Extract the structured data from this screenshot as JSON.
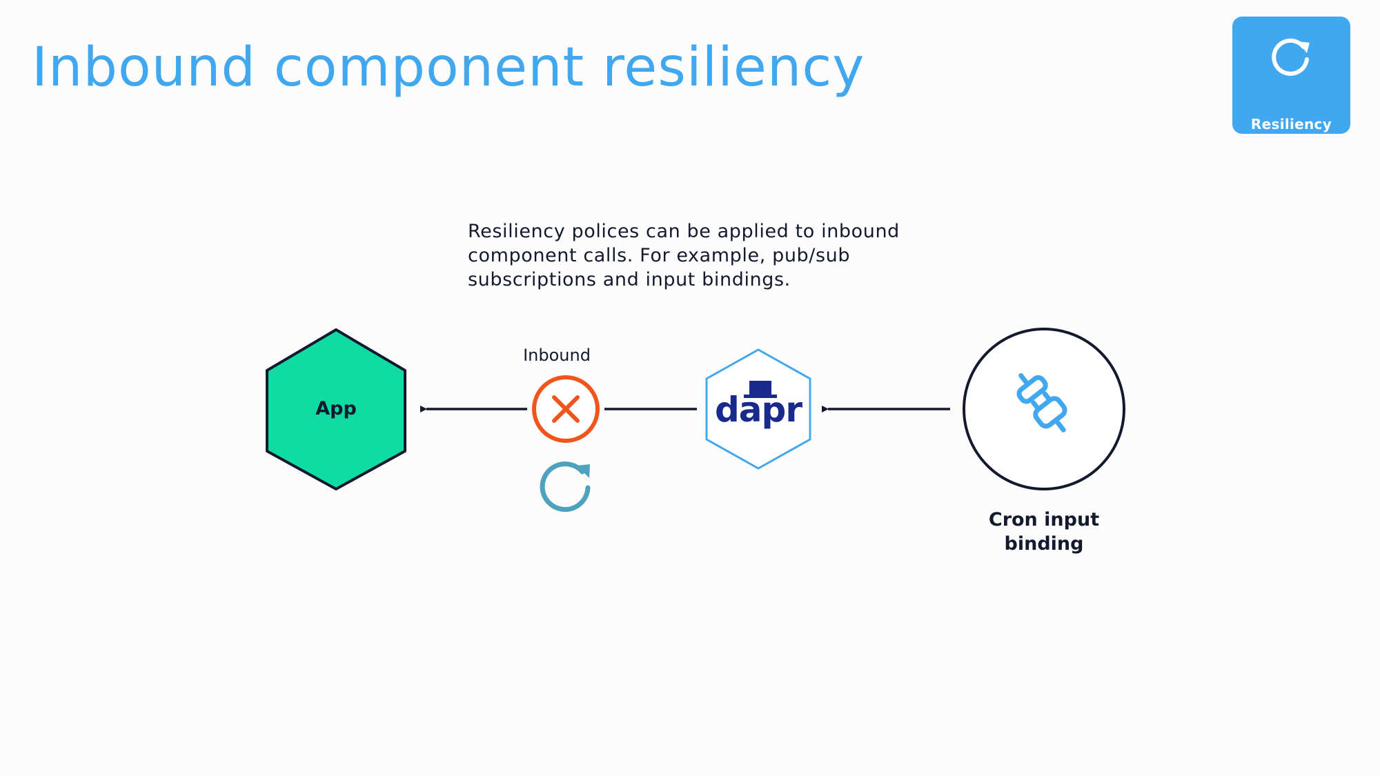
{
  "slide": {
    "title": "Inbound component resiliency",
    "description": "Resiliency polices can be applied to inbound component calls. For example, pub/sub subscriptions and input bindings."
  },
  "badge": {
    "label": "Resiliency",
    "icon": "retry-arrow-icon"
  },
  "diagram": {
    "app_label": "App",
    "inbound_label": "Inbound",
    "dapr_logo_text": "dapr",
    "binding_label_line1": "Cron input",
    "binding_label_line2": "binding",
    "icons": [
      "failure-x-icon",
      "retry-arrow-icon",
      "plug-icon",
      "dapr-hat-icon"
    ]
  },
  "colors": {
    "title": "#41a8f0",
    "badge_background": "#41a8f0",
    "app_fill": "#0fdba3",
    "outline": "#131a2e",
    "failure": "#f2551c",
    "retry": "#4da2bd",
    "dapr_border": "#41a8f0",
    "dapr_text": "#1a2a8c",
    "plug": "#41a8f0",
    "text": "#131a2e"
  }
}
